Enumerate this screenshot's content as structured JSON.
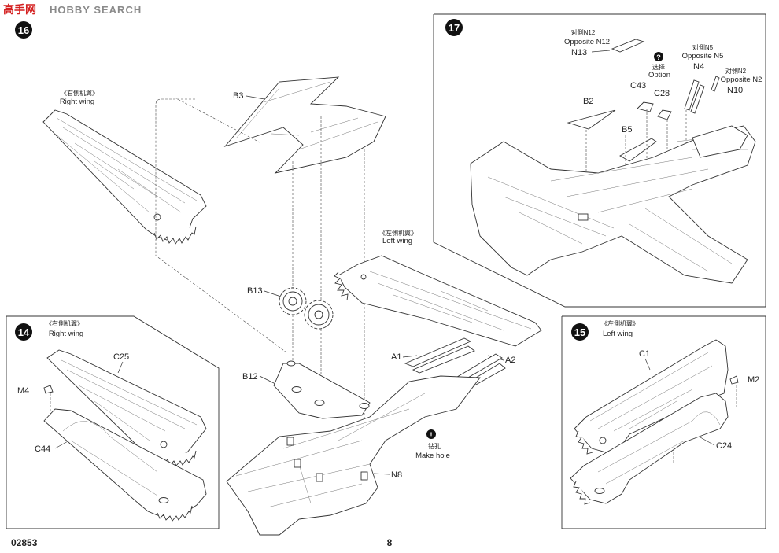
{
  "watermark": {
    "cn": "高手网",
    "en": "HOBBY SEARCH"
  },
  "footer": {
    "kit_number": "02853",
    "page_number": "8"
  },
  "steps": [
    {
      "number": "16",
      "labels": {
        "right_wing_cn": "《右側机翼》",
        "right_wing_en": "Right wing",
        "left_wing_cn": "《左側机翼》",
        "left_wing_en": "Left wing"
      },
      "parts": [
        "B3",
        "B13",
        "B12",
        "A1",
        "A2",
        "N8"
      ],
      "note": {
        "icon": "bang-circle-icon",
        "cn": "钻孔",
        "en": "Make hole"
      }
    },
    {
      "number": "17",
      "parts": [
        "B2",
        "B5",
        "C43",
        "C28",
        "N4",
        "N13",
        "N10"
      ],
      "notes": {
        "opposite_n12_cn": "对側N12",
        "opposite_n12_en": "Opposite N12",
        "option_cn": "选择",
        "option_en": "Option",
        "opposite_n5_cn": "对側N5",
        "opposite_n5_en": "Opposite N5",
        "opposite_n2_cn": "对側N2",
        "opposite_n2_en": "Opposite N2",
        "option_icon": "question-circle-icon"
      }
    },
    {
      "number": "14",
      "labels": {
        "cn": "《右側机翼》",
        "en": "Right wing"
      },
      "parts": [
        "C25",
        "M4",
        "C44"
      ]
    },
    {
      "number": "15",
      "labels": {
        "cn": "《左側机翼》",
        "en": "Left wing"
      },
      "parts": [
        "C1",
        "M2",
        "C24"
      ]
    }
  ]
}
